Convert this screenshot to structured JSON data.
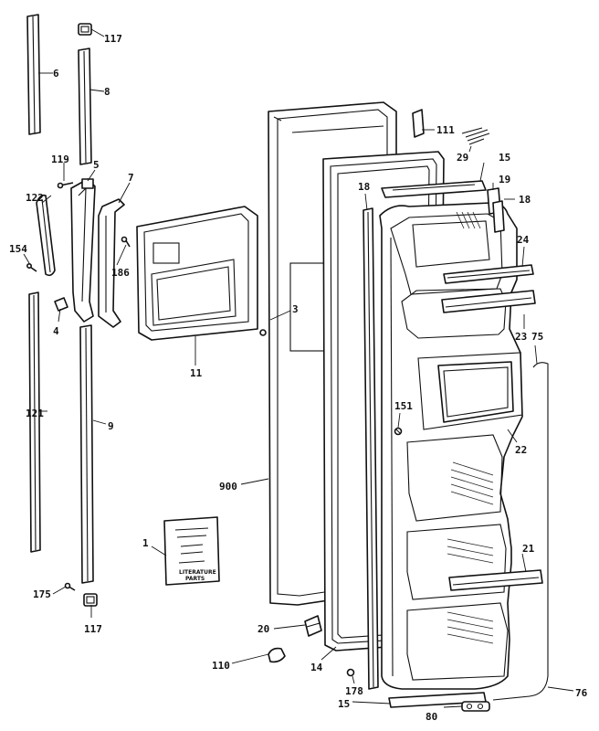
{
  "diagram": {
    "callouts": [
      {
        "id": "c6",
        "label": "6"
      },
      {
        "id": "c117a",
        "label": "117"
      },
      {
        "id": "c8",
        "label": "8"
      },
      {
        "id": "c119",
        "label": "119"
      },
      {
        "id": "c5",
        "label": "5"
      },
      {
        "id": "c7",
        "label": "7"
      },
      {
        "id": "c122",
        "label": "122"
      },
      {
        "id": "c154",
        "label": "154"
      },
      {
        "id": "c186",
        "label": "186"
      },
      {
        "id": "c4",
        "label": "4"
      },
      {
        "id": "c121",
        "label": "121"
      },
      {
        "id": "c9",
        "label": "9"
      },
      {
        "id": "c3",
        "label": "3"
      },
      {
        "id": "c11",
        "label": "11"
      },
      {
        "id": "c111",
        "label": "111"
      },
      {
        "id": "c29",
        "label": "29"
      },
      {
        "id": "c15a",
        "label": "15"
      },
      {
        "id": "c19",
        "label": "19"
      },
      {
        "id": "c18a",
        "label": "18"
      },
      {
        "id": "c18b",
        "label": "18"
      },
      {
        "id": "c24",
        "label": "24"
      },
      {
        "id": "c23",
        "label": "23"
      },
      {
        "id": "c75",
        "label": "75"
      },
      {
        "id": "c151",
        "label": "151"
      },
      {
        "id": "c22",
        "label": "22"
      },
      {
        "id": "c900",
        "label": "900"
      },
      {
        "id": "c1",
        "label": "1"
      },
      {
        "id": "c21",
        "label": "21"
      },
      {
        "id": "c175",
        "label": "175"
      },
      {
        "id": "c117b",
        "label": "117"
      },
      {
        "id": "c20",
        "label": "20"
      },
      {
        "id": "c110",
        "label": "110"
      },
      {
        "id": "c14",
        "label": "14"
      },
      {
        "id": "c178",
        "label": "178"
      },
      {
        "id": "c15b",
        "label": "15"
      },
      {
        "id": "c80",
        "label": "80"
      },
      {
        "id": "c76",
        "label": "76"
      }
    ],
    "literature_card": {
      "caption_line1": "LITERATURE",
      "caption_line2": "PARTS"
    }
  }
}
